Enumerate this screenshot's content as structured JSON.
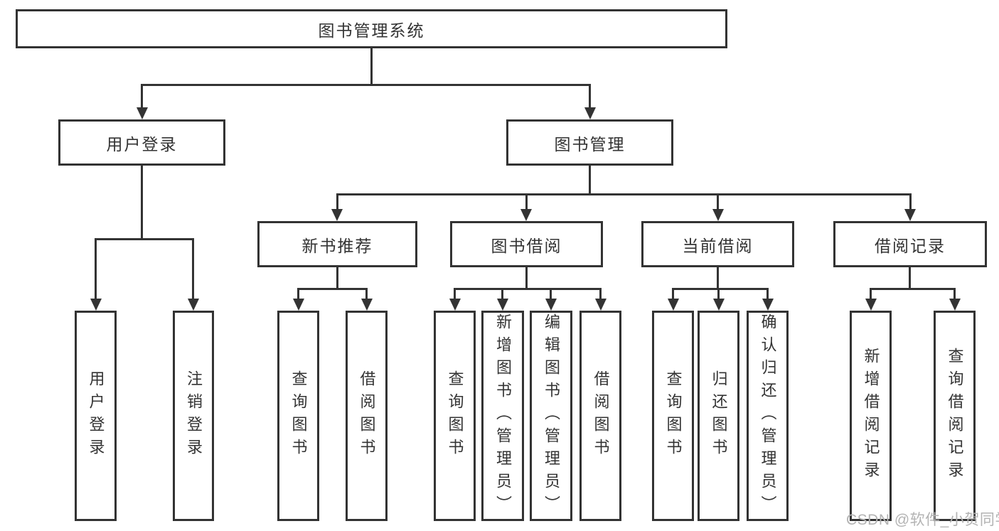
{
  "diagram_title": "图书管理系统",
  "tree": {
    "root": {
      "label": "图书管理系统",
      "children": [
        {
          "label": "用户登录",
          "children": [
            {
              "label": "用户登录"
            },
            {
              "label": "注销登录"
            }
          ]
        },
        {
          "label": "图书管理",
          "children": [
            {
              "label": "新书推荐",
              "children": [
                {
                  "label": "查询图书"
                },
                {
                  "label": "借阅图书"
                }
              ]
            },
            {
              "label": "图书借阅",
              "children": [
                {
                  "label": "查询图书"
                },
                {
                  "label": "新增图书（管理员）"
                },
                {
                  "label": "编辑图书（管理员）"
                },
                {
                  "label": "借阅图书"
                }
              ]
            },
            {
              "label": "当前借阅",
              "children": [
                {
                  "label": "查询图书"
                },
                {
                  "label": "归还图书"
                },
                {
                  "label": "确认归还（管理员）"
                }
              ]
            },
            {
              "label": "借阅记录",
              "children": [
                {
                  "label": "新增借阅记录"
                },
                {
                  "label": "查询借阅记录"
                }
              ]
            }
          ]
        }
      ]
    }
  },
  "watermark": "CSDN @软件_小贺同学",
  "colors": {
    "line": "#333333",
    "text": "#333333",
    "box_background": "#ffffff",
    "watermark": "#b3b3b3",
    "background": "#ffffff"
  }
}
